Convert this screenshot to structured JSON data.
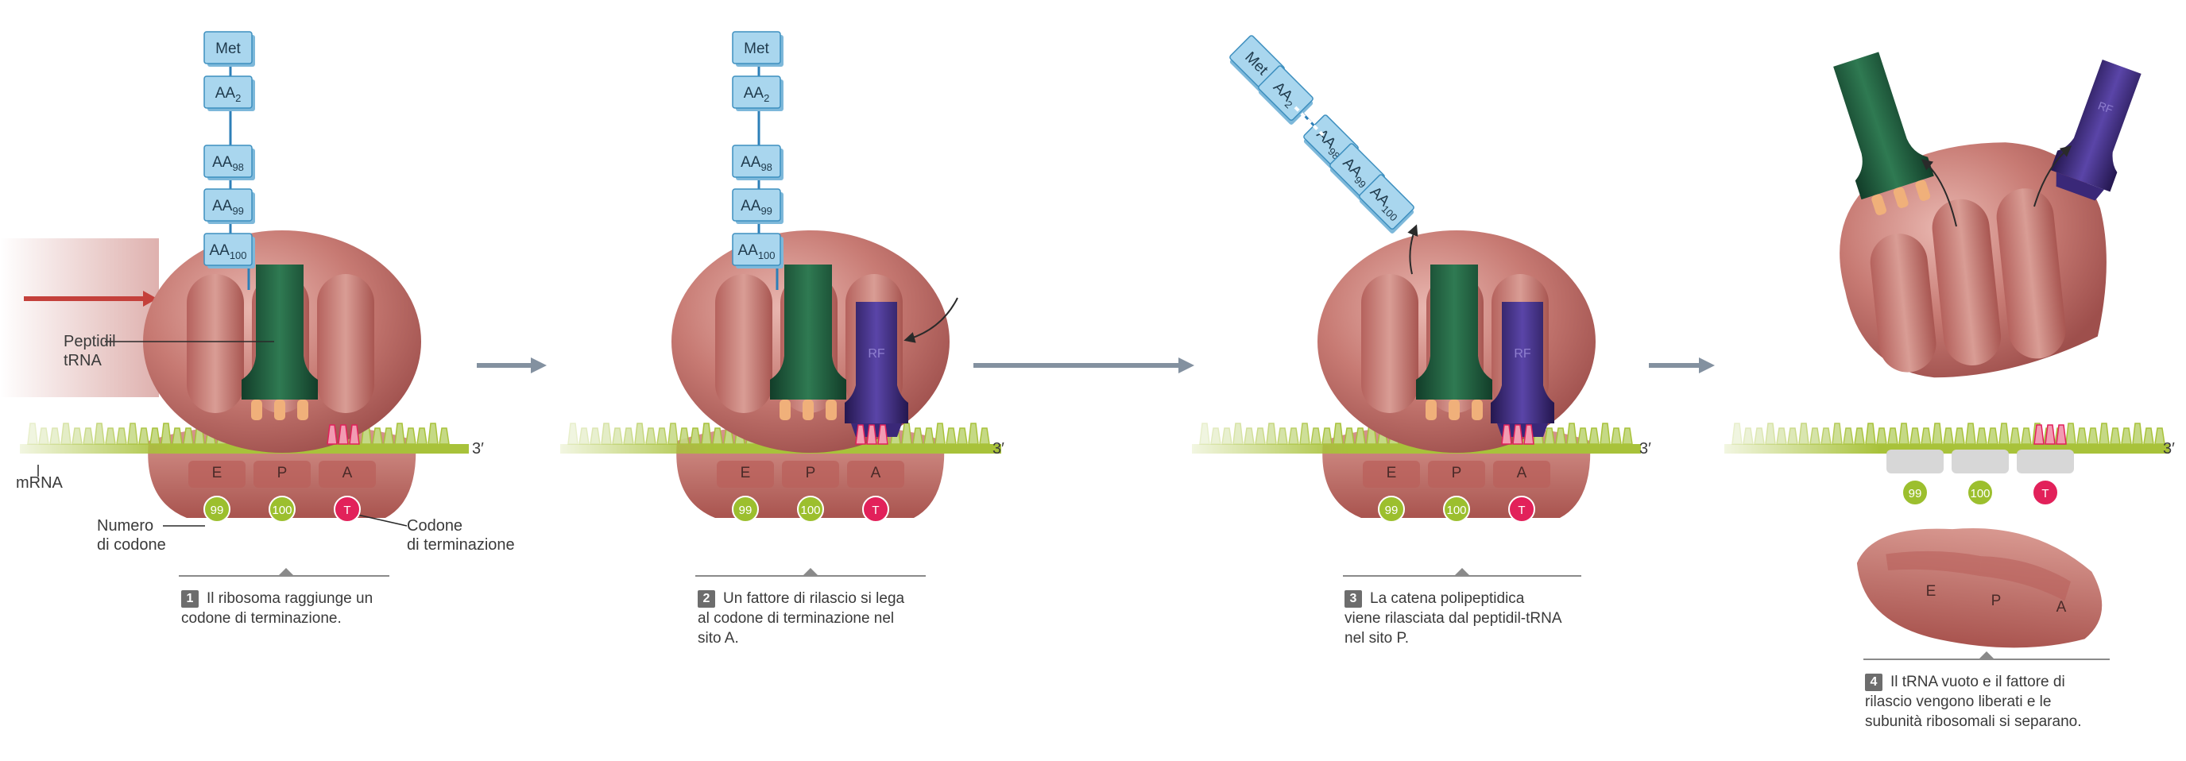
{
  "colors": {
    "ribosome": "#c4716c",
    "ribosome_dark": "#9e4f4c",
    "mrna": "#a8c23a",
    "amino_acid_box": "#a9d6ee",
    "amino_acid_border": "#3d8fbf",
    "trna": "#1d5a3c",
    "release_factor": "#3b2a7a",
    "codon_99_100": "#9cbf2e",
    "stop_codon": "#e2215a",
    "arrow": "#7e8c99"
  },
  "amino_acids": {
    "met": "Met",
    "aa2_base": "AA",
    "aa2_sub": "2",
    "aa98_base": "AA",
    "aa98_sub": "98",
    "aa99_base": "AA",
    "aa99_sub": "99",
    "aa100_base": "AA",
    "aa100_sub": "100"
  },
  "sites": {
    "e": "E",
    "p": "P",
    "a": "A"
  },
  "codons": {
    "c99": "99",
    "c100": "100",
    "stop": "T"
  },
  "mrna_end": "3′",
  "rf_label": "RF",
  "labels": {
    "peptidyl_trna_line1": "Peptidil",
    "peptidyl_trna_line2": "tRNA",
    "mrna": "mRNA",
    "codon_number_line1": "Numero",
    "codon_number_line2": "di codone",
    "stop_codon_line1": "Codone",
    "stop_codon_line2": "di terminazione"
  },
  "steps": [
    {
      "number": "1",
      "line1": "Il ribosoma raggiunge un",
      "line2": "codone di terminazione.",
      "line3": ""
    },
    {
      "number": "2",
      "line1": "Un fattore di rilascio si lega",
      "line2": "al codone di terminazione nel",
      "line3": "sito A."
    },
    {
      "number": "3",
      "line1": "La catena polipeptidica",
      "line2": "viene rilasciata dal peptidil-tRNA",
      "line3": "nel sito P."
    },
    {
      "number": "4",
      "line1": "Il tRNA vuoto e il fattore di",
      "line2": "rilascio vengono liberati e le",
      "line3": "subunità ribosomali si separano."
    }
  ]
}
